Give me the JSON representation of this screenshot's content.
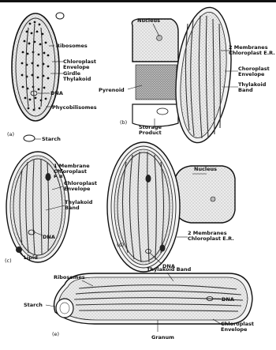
{
  "panels": {
    "a": {
      "id": "(a)",
      "labels": {
        "ribosomes": "Ribosomes",
        "chloroplast_envelope": "Chloroplast Envelope",
        "girdle_thylakoid": "Girdle Thylakoid",
        "dna": "DNA",
        "phycobilisomes": "Phycobilisomes",
        "starch": "Starch"
      }
    },
    "b": {
      "id": "(b)",
      "labels": {
        "nucleus": "Nucleus",
        "membranes": "2 Membranes Chloroplast E.R.",
        "envelope": "Choroplast Envelope",
        "thylakoid_band": "Thylakoid Band",
        "pyrenoid": "Pyrenoid",
        "storage_product": "Storage Product"
      }
    },
    "c": {
      "id": "(c)",
      "labels": {
        "membrane": "1 Membrane Chloroplast E.R.",
        "envelope": "Chloroplast Envelope",
        "thylakoid_band": "Thylakoid Band",
        "dna": "DNA",
        "lipid": "Lipid"
      }
    },
    "d": {
      "id": "(d)",
      "labels": {
        "nucleus": "Nucleus",
        "membranes": "2 Membranes Chloroplast E.R.",
        "dna": "DNA"
      }
    },
    "e": {
      "id": "(e)",
      "labels": {
        "ribosomes": "Ribosomes",
        "thylakoid_band": "Thylakoid Band",
        "dna": "DNA",
        "starch": "Starch",
        "granum": "Granum",
        "envelope": "Chloroplast Envelope"
      }
    }
  }
}
